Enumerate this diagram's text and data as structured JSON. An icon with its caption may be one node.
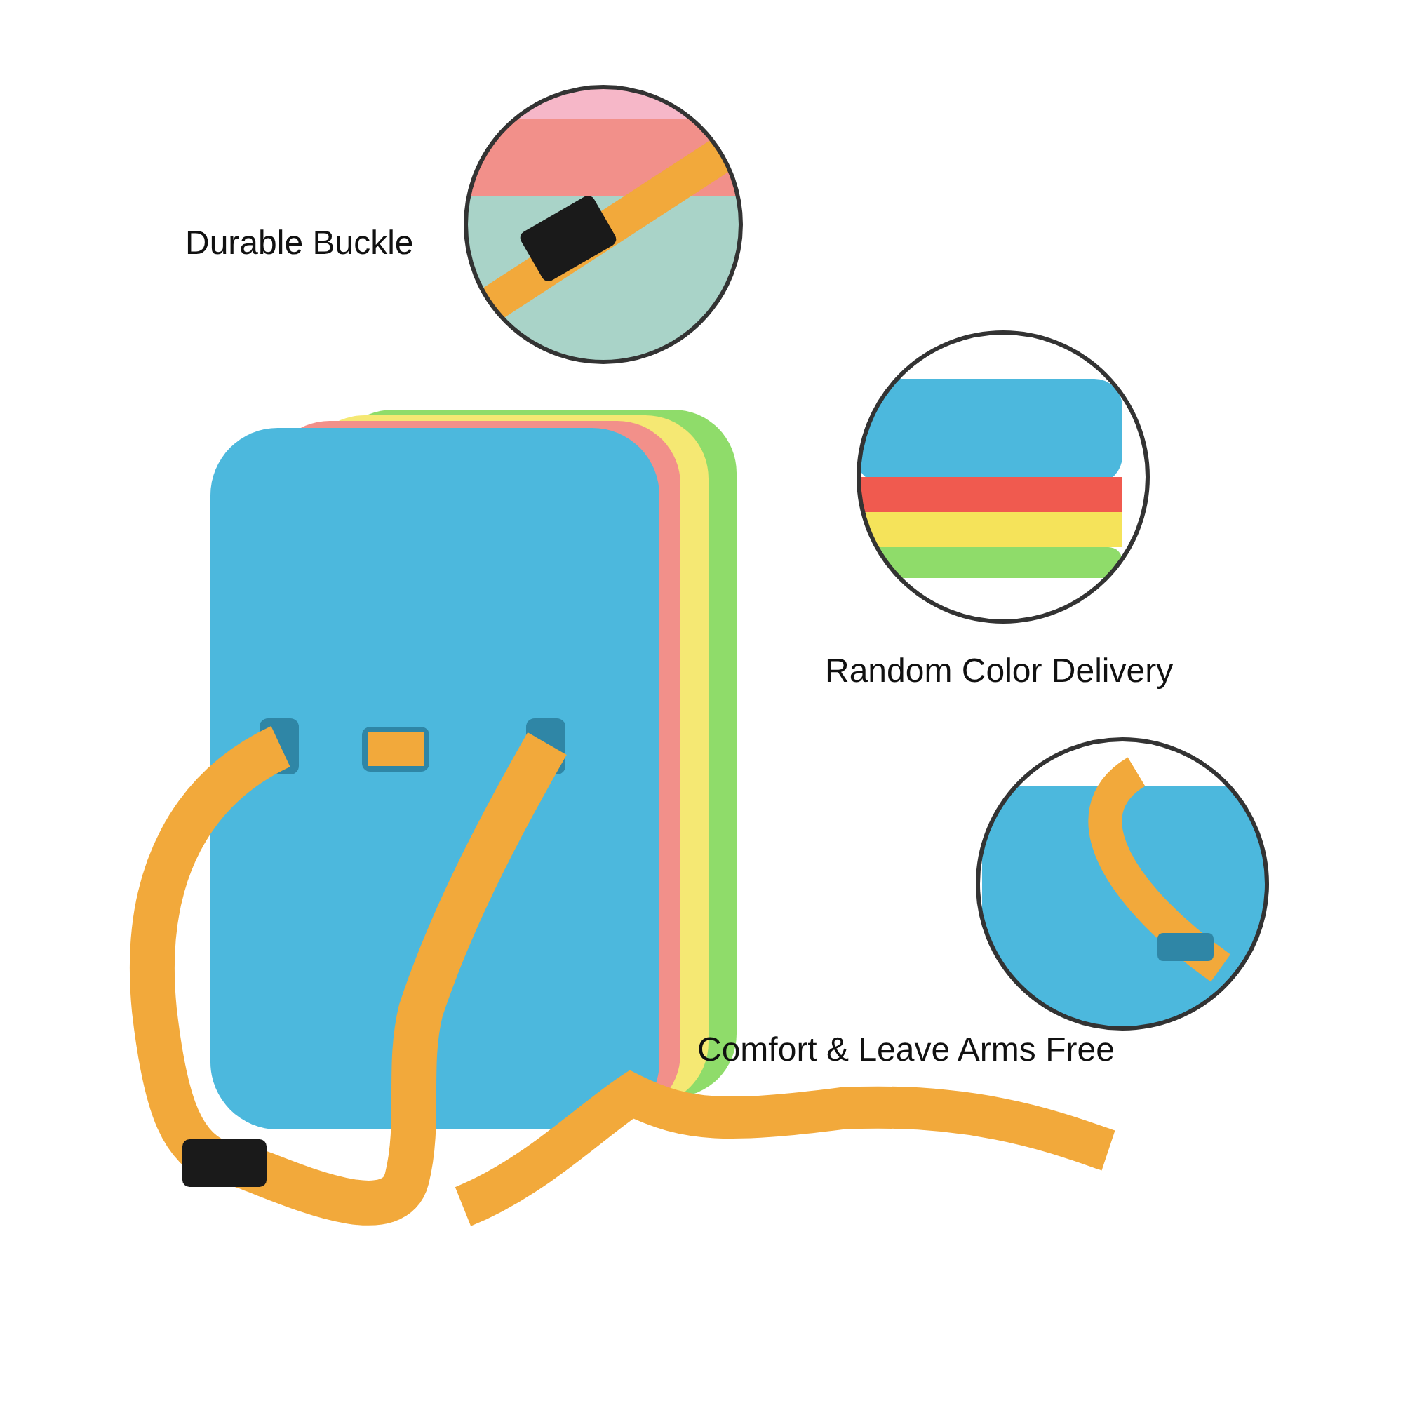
{
  "diagram": {
    "labels": [
      "Durable Buckle",
      "Random Color Delivery",
      "Comfort & Leave Arms Free"
    ]
  }
}
